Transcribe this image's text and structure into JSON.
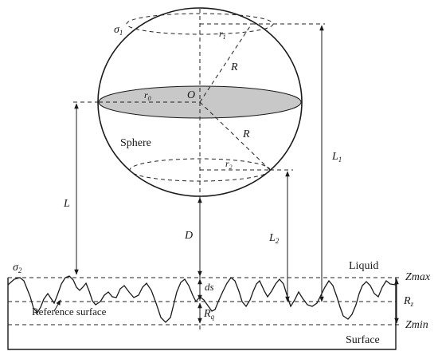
{
  "labels": {
    "sigma1": "σ",
    "sigma1_sub": "1",
    "sigma2": "σ",
    "sigma2_sub": "2",
    "r1": "r",
    "r1_sub": "1",
    "r0": "r",
    "r0_sub": "0",
    "r2": "r",
    "r2_sub": "2",
    "O": "O",
    "R_upper": "R",
    "R_lower": "R",
    "sphere": "Sphere",
    "L": "L",
    "L1": "L",
    "L1_sub": "1",
    "L2": "L",
    "L2_sub": "2",
    "D": "D",
    "liquid": "Liquid",
    "zmax": "Zmax",
    "zmin": "Zmin",
    "rz": "R",
    "rz_sub": "z",
    "ds": "ds",
    "rq": "R",
    "rq_sub": "q",
    "reference_surface": "Reference surface",
    "surface": "Surface"
  }
}
